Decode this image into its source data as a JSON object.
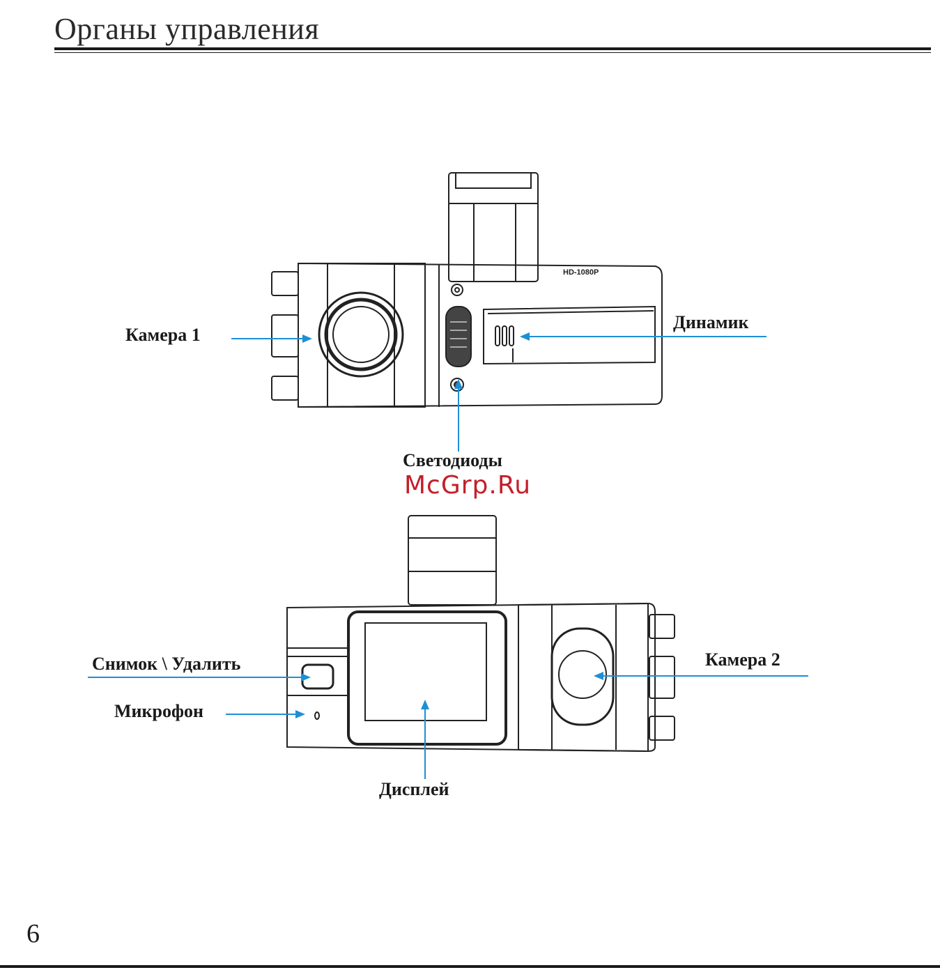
{
  "header": {
    "title": "Органы управления"
  },
  "top_view": {
    "labels": {
      "camera1": "Камера 1",
      "speaker": "Динамик",
      "leds": "Светодиоды"
    },
    "model_badge": "HD-1080P"
  },
  "bottom_view": {
    "labels": {
      "snapshot_delete": "Снимок \\ Удалить",
      "microphone": "Микрофон",
      "camera2": "Камера 2",
      "display": "Дисплей"
    }
  },
  "watermark": "McGrp.Ru",
  "footer": {
    "page_number": "6"
  },
  "colors": {
    "arrow": "#1d8fd6",
    "line": "#222222",
    "watermark": "#c41e2a"
  }
}
